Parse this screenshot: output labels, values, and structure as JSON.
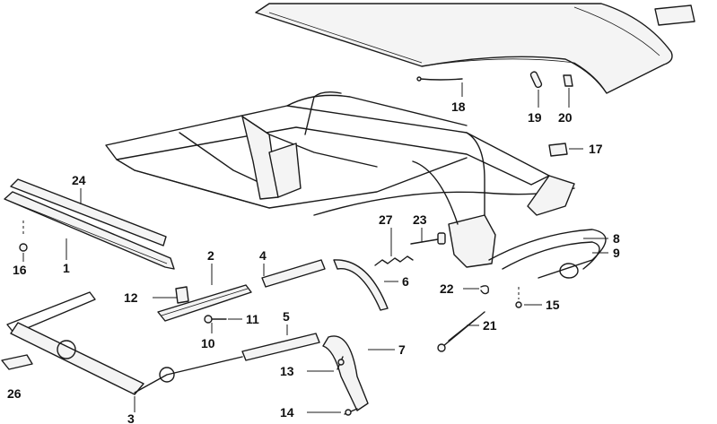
{
  "callouts": {
    "p1": "1",
    "p2": "2",
    "p3": "3",
    "p4": "4",
    "p5": "5",
    "p6": "6",
    "p7": "7",
    "p8": "8",
    "p9": "9",
    "p10": "10",
    "p11": "11",
    "p12": "12",
    "p13": "13",
    "p14": "14",
    "p15": "15",
    "p16": "16",
    "p17": "17",
    "p18": "18",
    "p19": "19",
    "p20": "20",
    "p21": "21",
    "p22": "22",
    "p23": "23",
    "p24": "24",
    "p26": "26",
    "p27": "27"
  }
}
